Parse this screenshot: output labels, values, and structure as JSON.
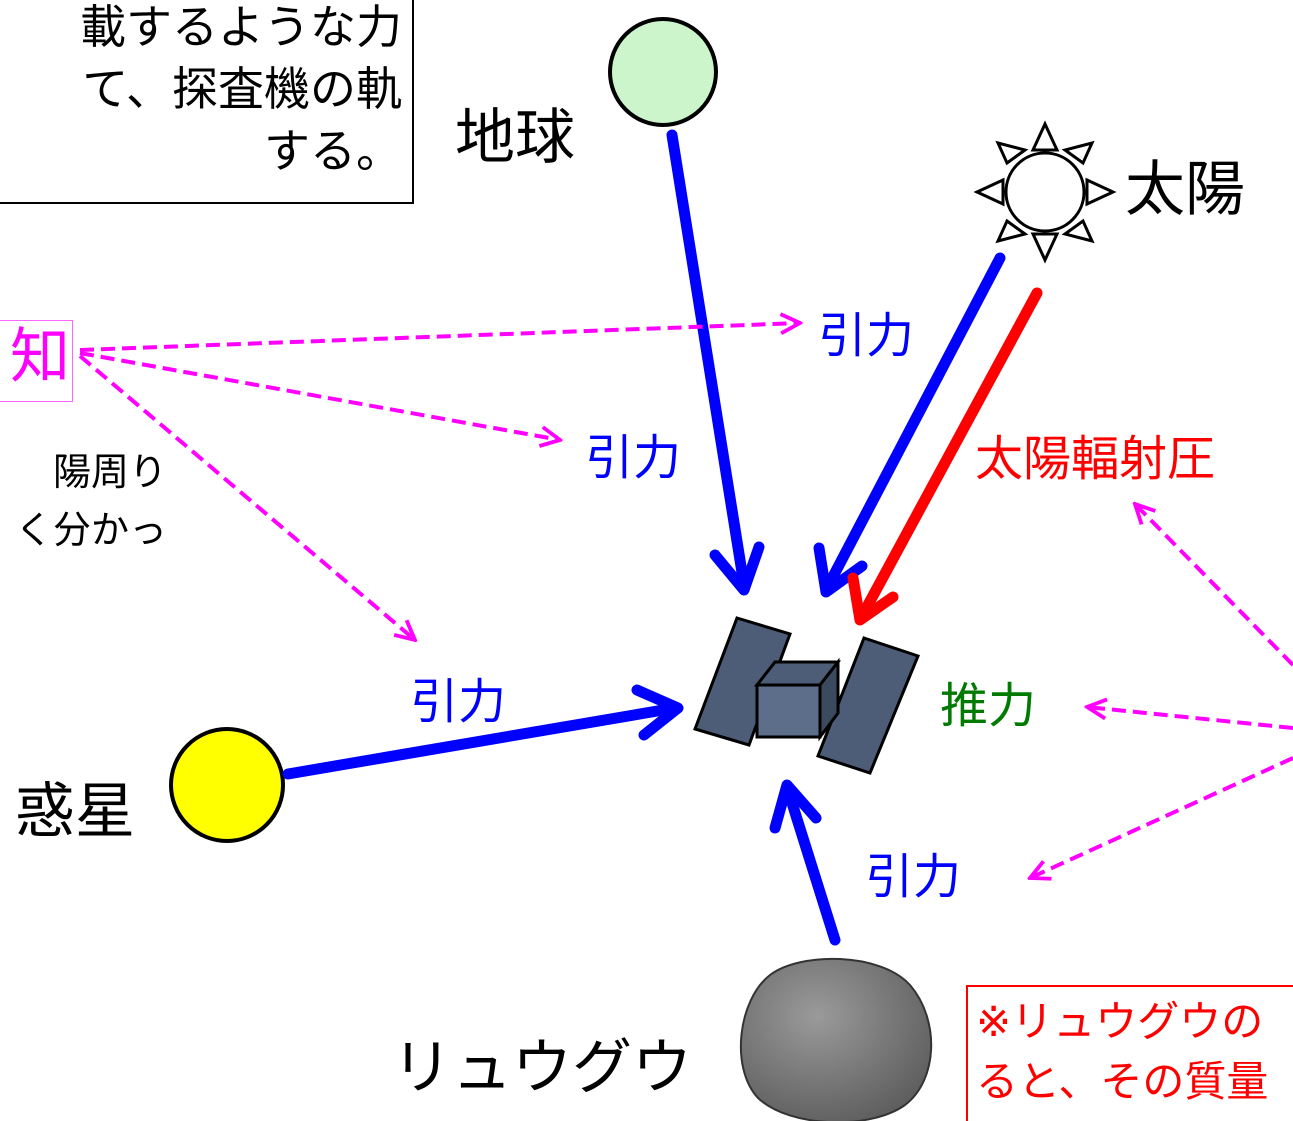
{
  "note": {
    "lines": [
      "載するような力",
      "て、探査機の軌",
      "する。"
    ]
  },
  "unknown": {
    "label": "知"
  },
  "side_note": {
    "lines": [
      "陽周り",
      "く分かっ"
    ]
  },
  "bodies": {
    "earth": "地球",
    "sun": "太陽",
    "planet": "惑星",
    "ryugu": "リュウグウ"
  },
  "forces": {
    "gravity_1": "引力",
    "gravity_2": "引力",
    "gravity_3": "引力",
    "gravity_4": "引力",
    "solar_pressure": "太陽輻射圧",
    "thrust": "推力"
  },
  "ryugu_note": {
    "lines": [
      "※リュウグウの",
      "ると、その質量"
    ]
  },
  "colors": {
    "gravity": "#0000ff",
    "radiation": "#ff0000",
    "thrust": "#007a00",
    "pointer": "#ff00ff",
    "earth_fill": "#ccf5cc",
    "planet_fill": "#ffff00",
    "spacecraft": "#4d5d78",
    "asteroid": "#7a7a7a"
  }
}
